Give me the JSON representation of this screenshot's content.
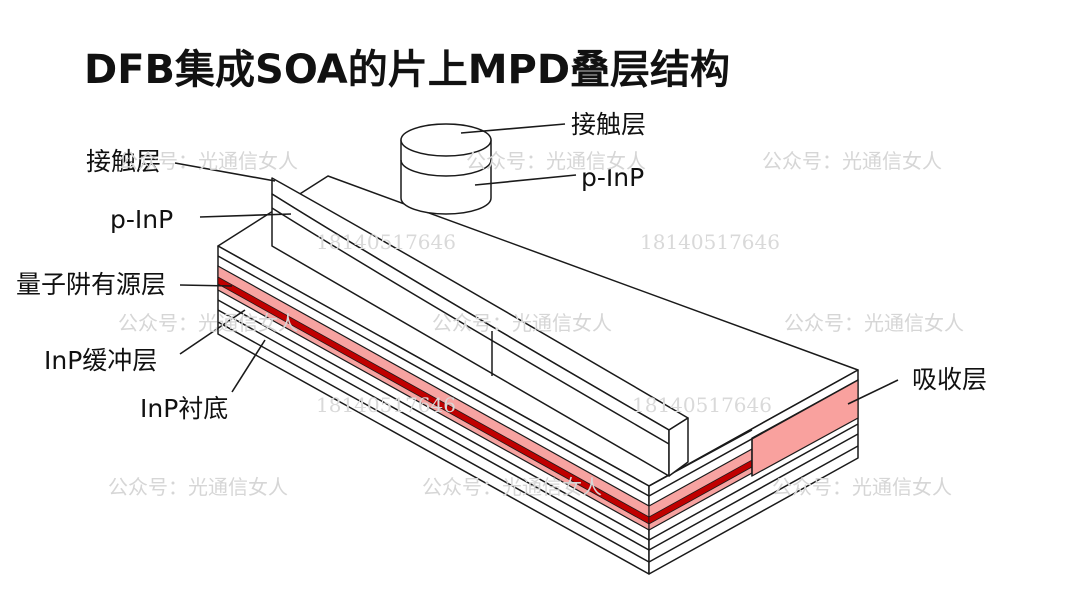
{
  "title": "DFB集成SOA的片上MPD叠层结构",
  "labels": {
    "contact_top": "接触层",
    "pinp_top": "p-InP",
    "contact_left": "接触层",
    "pinp_left": "p-InP",
    "qw": "量子阱有源层",
    "buffer": "InP缓冲层",
    "substrate": "InP衬底",
    "absorber": "吸收层"
  },
  "watermarks": {
    "text": "公众号：光通信女人",
    "number": "18140517646"
  },
  "colors": {
    "active_light": "#f7a3a1",
    "active_dark": "#c00000",
    "absorber": "#f9a19e",
    "line": "#1a1a1a",
    "watermark": "#d6d6d6"
  }
}
